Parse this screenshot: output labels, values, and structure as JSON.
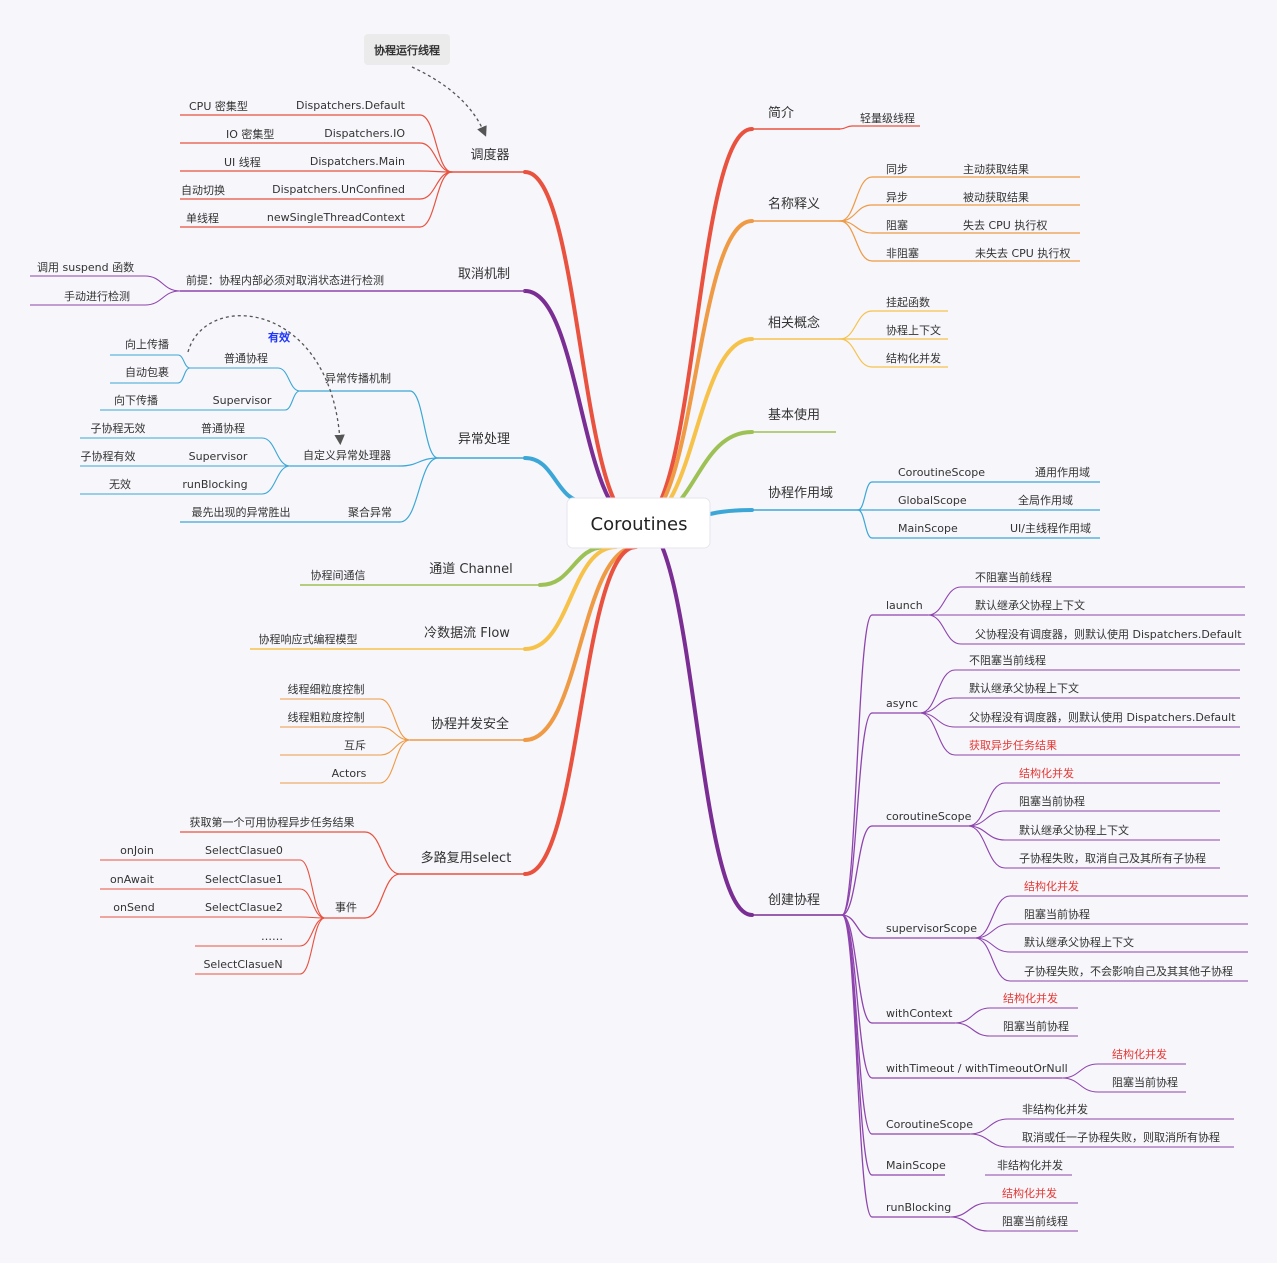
{
  "root": "Coroutines",
  "note": "协程运行线程",
  "effective_label": "有效",
  "colors": {
    "red": "#e8523f",
    "orange": "#ef9a44",
    "yellow": "#f6c24a",
    "green": "#9dc155",
    "blue": "#3ca7d6",
    "purple": "#7a2d93",
    "purple_light": "#8e44ad",
    "red_text": "#e53935"
  },
  "right": {
    "intro": {
      "label": "简介",
      "children": [
        "轻量级线程"
      ]
    },
    "terms": {
      "label": "名称释义",
      "rows": [
        [
          "同步",
          "主动获取结果"
        ],
        [
          "异步",
          "被动获取结果"
        ],
        [
          "阻塞",
          "失去 CPU 执行权"
        ],
        [
          "非阻塞",
          "未失去 CPU 执行权"
        ]
      ]
    },
    "concepts": {
      "label": "相关概念",
      "children": [
        "挂起函数",
        "协程上下文",
        "结构化并发"
      ]
    },
    "basic": {
      "label": "基本使用"
    },
    "scope": {
      "label": "协程作用域",
      "rows": [
        [
          "CoroutineScope",
          "通用作用域"
        ],
        [
          "GlobalScope",
          "全局作用域"
        ],
        [
          "MainScope",
          "UI/主线程作用域"
        ]
      ]
    },
    "create": {
      "label": "创建协程",
      "groups": [
        {
          "label": "launch",
          "items": [
            "不阻塞当前线程",
            "默认继承父协程上下文",
            "父协程没有调度器，则默认使用 Dispatchers.Default"
          ]
        },
        {
          "label": "async",
          "items": [
            "不阻塞当前线程",
            "默认继承父协程上下文",
            "父协程没有调度器，则默认使用 Dispatchers.Default",
            "获取异步任务结果"
          ]
        },
        {
          "label": "coroutineScope",
          "items": [
            "结构化并发",
            "阻塞当前协程",
            "默认继承父协程上下文",
            "子协程失败，取消自己及其所有子协程"
          ]
        },
        {
          "label": "supervisorScope",
          "items": [
            "结构化并发",
            "阻塞当前协程",
            "默认继承父协程上下文",
            "子协程失败，不会影响自己及其其他子协程"
          ]
        },
        {
          "label": "withContext",
          "items": [
            "结构化并发",
            "阻塞当前协程"
          ]
        },
        {
          "label": "withTimeout / withTimeoutOrNull",
          "items": [
            "结构化并发",
            "阻塞当前协程"
          ]
        },
        {
          "label": "CoroutineScope",
          "items": [
            "非结构化并发",
            "取消或任一子协程失败，则取消所有协程"
          ]
        },
        {
          "label": "MainScope",
          "items": [
            "非结构化并发"
          ]
        },
        {
          "label": "runBlocking",
          "items": [
            "结构化并发",
            "阻塞当前线程"
          ]
        }
      ]
    }
  },
  "left": {
    "dispatcher": {
      "label": "调度器",
      "rows": [
        [
          "CPU 密集型",
          "Dispatchers.Default"
        ],
        [
          "IO 密集型",
          "Dispatchers.IO"
        ],
        [
          "UI 线程",
          "Dispatchers.Main"
        ],
        [
          "自动切换",
          "Dispatchers.UnConfined"
        ],
        [
          "单线程",
          "newSingleThreadContext"
        ]
      ]
    },
    "cancel": {
      "label": "取消机制",
      "child": "前提：协程内部必须对取消状态进行检测",
      "grand": [
        "调用 suspend 函数",
        "手动进行检测"
      ]
    },
    "exception": {
      "label": "异常处理",
      "propagation": {
        "label": "异常传播机制",
        "normal": "普通协程",
        "normal_children": [
          "向上传播",
          "自动包裹"
        ],
        "supervisor": "Supervisor",
        "supervisor_children": [
          "向下传播"
        ]
      },
      "handler": {
        "label": "自定义异常处理器",
        "rows": [
          [
            "子协程无效",
            "普通协程"
          ],
          [
            "子协程有效",
            "Supervisor"
          ],
          [
            "无效",
            "runBlocking"
          ]
        ]
      },
      "aggregate": {
        "label": "聚合异常",
        "child": "最先出现的异常胜出"
      }
    },
    "channel": {
      "label": "通道 Channel",
      "child": "协程间通信"
    },
    "flow": {
      "label": "冷数据流 Flow",
      "child": "协程响应式编程模型"
    },
    "safety": {
      "label": "协程并发安全",
      "children": [
        "线程细粒度控制",
        "线程粗粒度控制",
        "互斥",
        "Actors"
      ]
    },
    "select": {
      "label": "多路复用select",
      "first": "获取第一个可用协程异步任务结果",
      "events": {
        "label": "事件",
        "rows": [
          [
            "onJoin",
            "SelectClasue0"
          ],
          [
            "onAwait",
            "SelectClasue1"
          ],
          [
            "onSend",
            "SelectClasue2"
          ],
          [
            "",
            "……"
          ],
          [
            "",
            "SelectClasueN"
          ]
        ]
      }
    }
  }
}
